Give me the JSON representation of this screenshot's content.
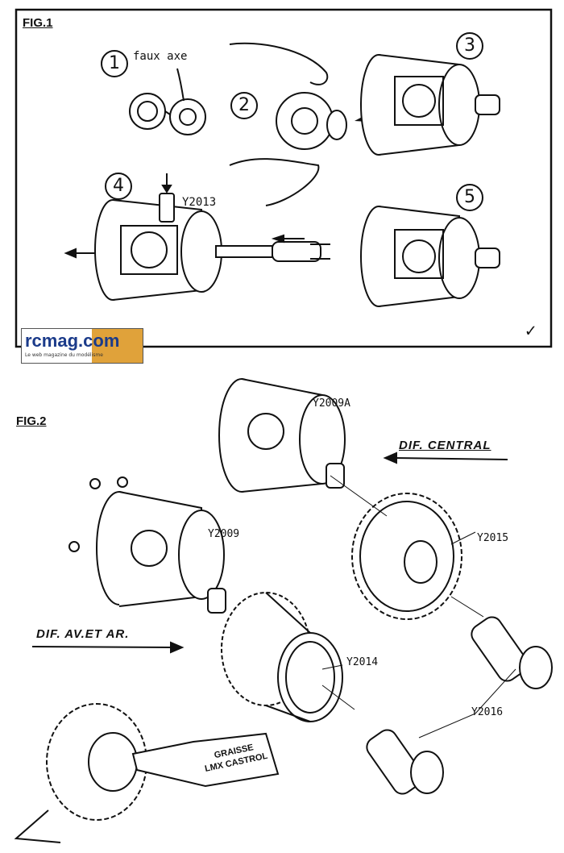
{
  "fig1": {
    "title": "FIG.1",
    "steps": [
      "1",
      "2",
      "3",
      "4",
      "5"
    ],
    "label_faux_axe": "faux axe",
    "label_part_4": "Y2013",
    "check_mark": "✓"
  },
  "logo": {
    "text": "rcmag.com",
    "subtitle": "Le web magazine du modélisme"
  },
  "fig2": {
    "title": "FIG.2",
    "dif_central": "DIF. CENTRAL",
    "dif_av_ar": "DIF. AV.ET AR.",
    "parts": {
      "p1": "Y2009A",
      "p2": "Y2009",
      "p3": "Y2015",
      "p4": "Y2014",
      "p5": "Y2016"
    },
    "grease_line1": "GRAISSE",
    "grease_line2": "LMX CASTROL"
  }
}
